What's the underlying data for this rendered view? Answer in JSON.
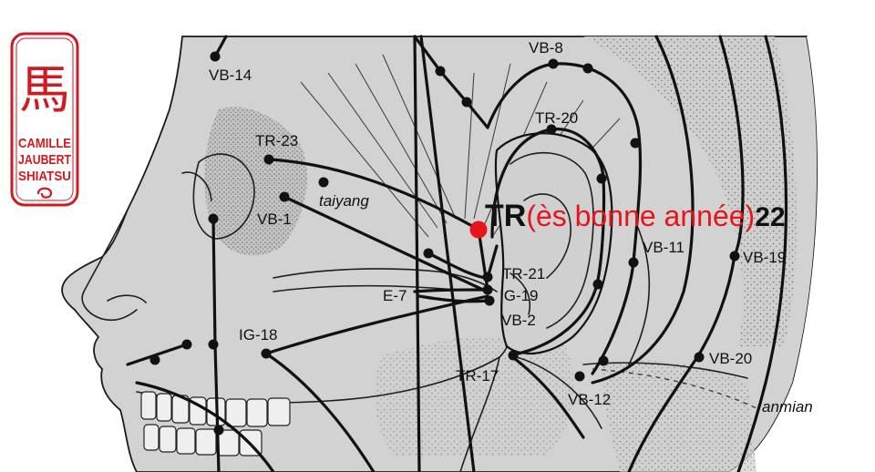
{
  "logo": {
    "glyph": "馬",
    "line1": "CAMILLE",
    "line2": "JAUBERT",
    "line3": "SHIATSU",
    "color": "#d11a20"
  },
  "highlight": {
    "code": "TR",
    "text": "(ès bonne année)",
    "number": "22",
    "point_color": "#e8141c"
  },
  "labels": {
    "vb14": "VB-14",
    "vb8": "VB-8",
    "tr20": "TR-20",
    "tr23": "TR-23",
    "taiyang": "taiyang",
    "vb1": "VB-1",
    "tr21": "TR-21",
    "ig19": "IG-19",
    "e7": "E-7",
    "vb2": "VB-2",
    "vb11": "VB-11",
    "vb19": "VB-19",
    "ig18": "IG-18",
    "vb20": "VB-20",
    "tr17": "TR-17",
    "vb12": "VB-12",
    "anmian": "anmian"
  },
  "colors": {
    "skin": "#d4d4d4",
    "line": "#111111"
  }
}
